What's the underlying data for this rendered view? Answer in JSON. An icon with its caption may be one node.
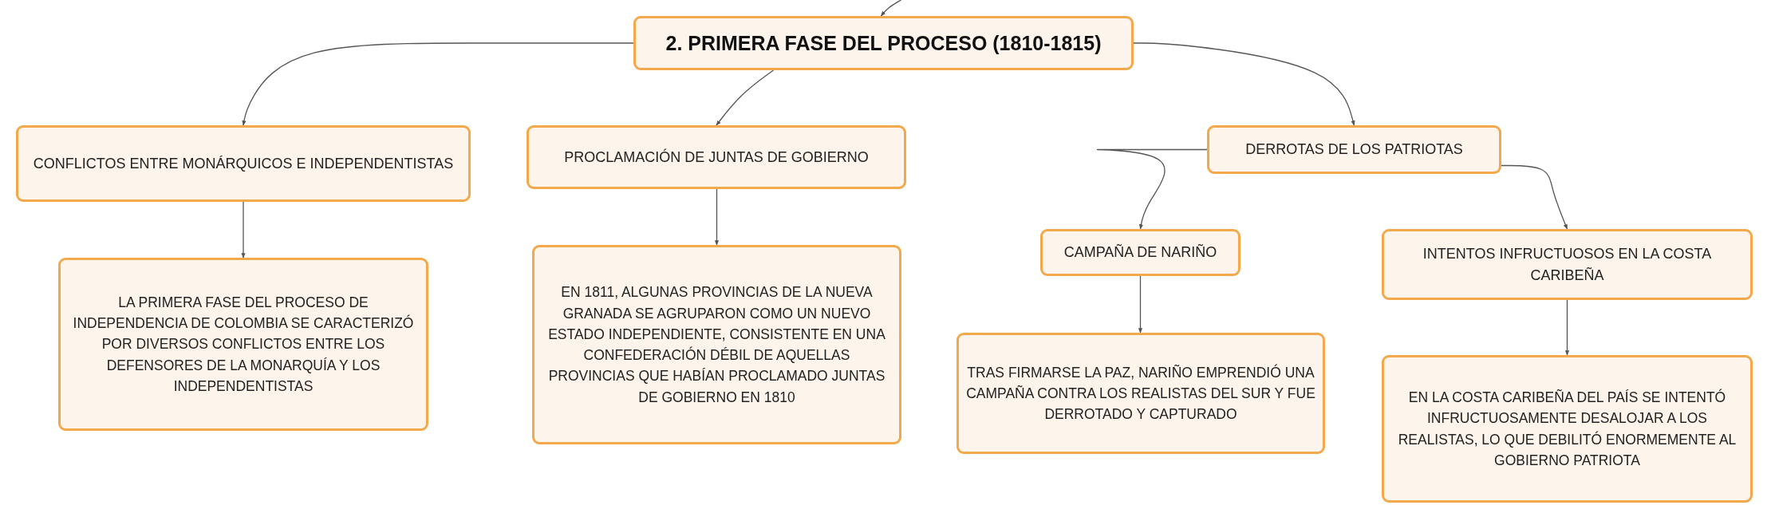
{
  "diagram": {
    "nodes": [
      {
        "text": [
          "2. PRIMERA FASE DEL PROCESO (1810-1815)"
        ]
      },
      {
        "text": [
          "CONFLICTOS ENTRE MONÁRQUICOS E INDEPENDENTISTAS"
        ]
      },
      {
        "text": [
          "LA PRIMERA FASE DEL PROCESO DE INDEPENDENCIA DE COLOMBIA SE CARACTERIZÓ POR DIVERSOS CONFLICTOS ENTRE LOS DEFENSORES DE LA MONARQUÍA Y LOS INDEPENDENTISTAS"
        ]
      },
      {
        "text": [
          "PROCLAMACIÓN DE JUNTAS DE GOBIERNO"
        ]
      },
      {
        "text": [
          "EN 1811, ALGUNAS PROVINCIAS DE LA NUEVA GRANADA SE AGRUPARON COMO UN NUEVO ESTADO INDEPENDIENTE, CONSISTENTE EN UNA CONFEDERACIÓN DÉBIL DE AQUELLAS PROVINCIAS QUE HABÍAN PROCLAMADO JUNTAS DE GOBIERNO EN 1810"
        ]
      },
      {
        "text": [
          "DERROTAS DE LOS PATRIOTAS"
        ]
      },
      {
        "text": [
          "CAMPAÑA DE NARIÑO"
        ]
      },
      {
        "text": [
          "TRAS FIRMARSE LA PAZ, NARIÑO EMPRENDIÓ UNA CAMPAÑA CONTRA LOS REALISTAS DEL SUR Y FUE DERROTADO Y CAPTURADO"
        ]
      },
      {
        "text": [
          "INTENTOS INFRUCTUOSOS EN LA COSTA CARIBEÑA"
        ]
      },
      {
        "text": [
          "EN LA COSTA CARIBEÑA DEL PAÍS SE INTENTÓ INFRUCTUOSAMENTE DESALOJAR A LOS REALISTAS, LO QUE DEBILITÓ ENORMEMENTE AL GOBIERNO PATRIOTA"
        ]
      }
    ],
    "edges": [
      {
        "from": null,
        "to": 0,
        "arrow": "to"
      },
      {
        "from": 0,
        "to": 1,
        "arrow": "to"
      },
      {
        "from": 0,
        "to": 3,
        "arrow": "to"
      },
      {
        "from": 0,
        "to": 5,
        "arrow": "to"
      },
      {
        "from": 1,
        "to": 2,
        "arrow": "to"
      },
      {
        "from": 3,
        "to": 4,
        "arrow": "to"
      },
      {
        "from": 5,
        "to": 6,
        "arrow": "to"
      },
      {
        "from": 5,
        "to": 8,
        "arrow": "to"
      },
      {
        "from": 6,
        "to": 7,
        "arrow": "to"
      },
      {
        "from": 8,
        "to": 9,
        "arrow": "to"
      }
    ]
  }
}
